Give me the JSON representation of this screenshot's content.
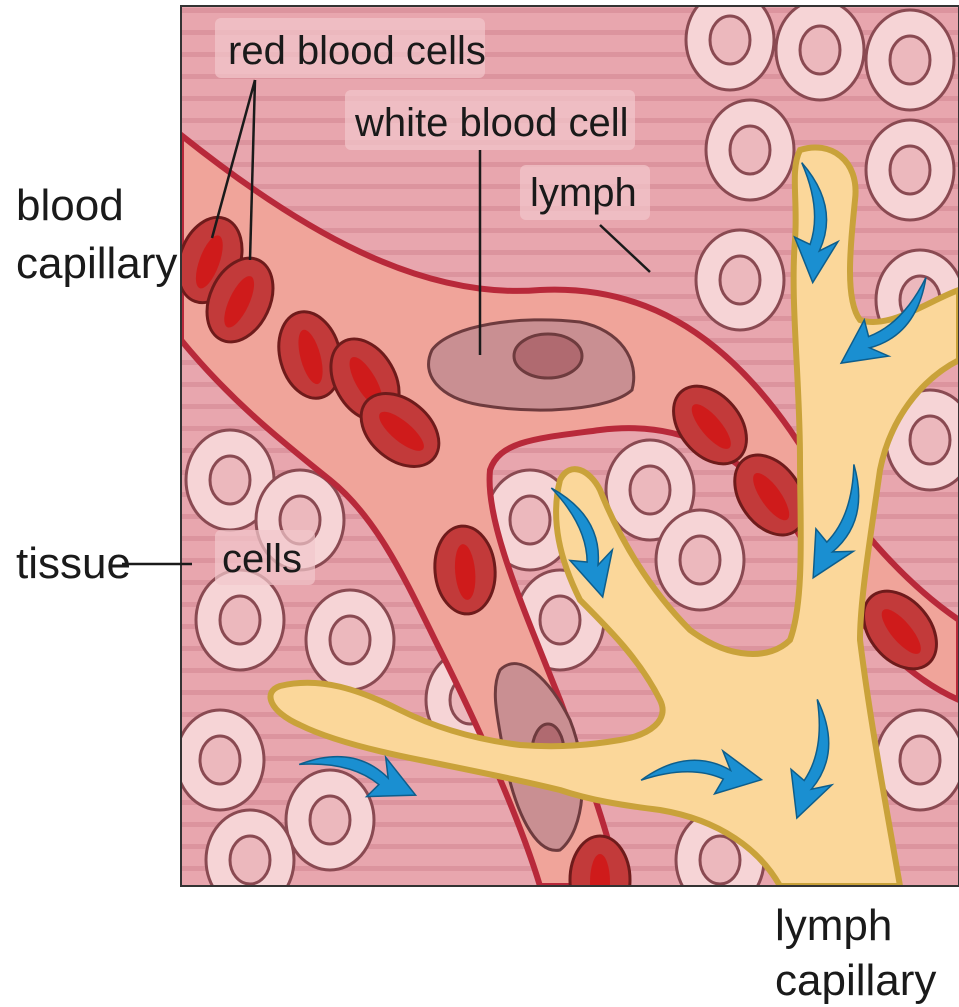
{
  "labels": {
    "red_blood_cells": "red blood cells",
    "white_blood_cell": "white blood cell",
    "lymph": "lymph",
    "blood_capillary_line1": "blood",
    "blood_capillary_line2": "capillary",
    "tissue": "tissue",
    "cells": "cells",
    "lymph_capillary_line1": "lymph",
    "lymph_capillary_line2": "capillary"
  },
  "colors": {
    "tissue_background": "#e8a6ae",
    "tissue_stripe": "#d98e98",
    "capillary_fill": "#f0a49a",
    "capillary_wall": "#b8293a",
    "red_blood_cell": "#c23a3a",
    "red_blood_cell_core": "#d01818",
    "white_blood_cell": "#c98f92",
    "tissue_cell": "#f6d4d6",
    "lymph_fill": "#fbd79a",
    "lymph_wall": "#c9a23a",
    "flow_arrow": "#1a8fd1"
  },
  "icons": {
    "flow": "curved-arrow-icon"
  }
}
